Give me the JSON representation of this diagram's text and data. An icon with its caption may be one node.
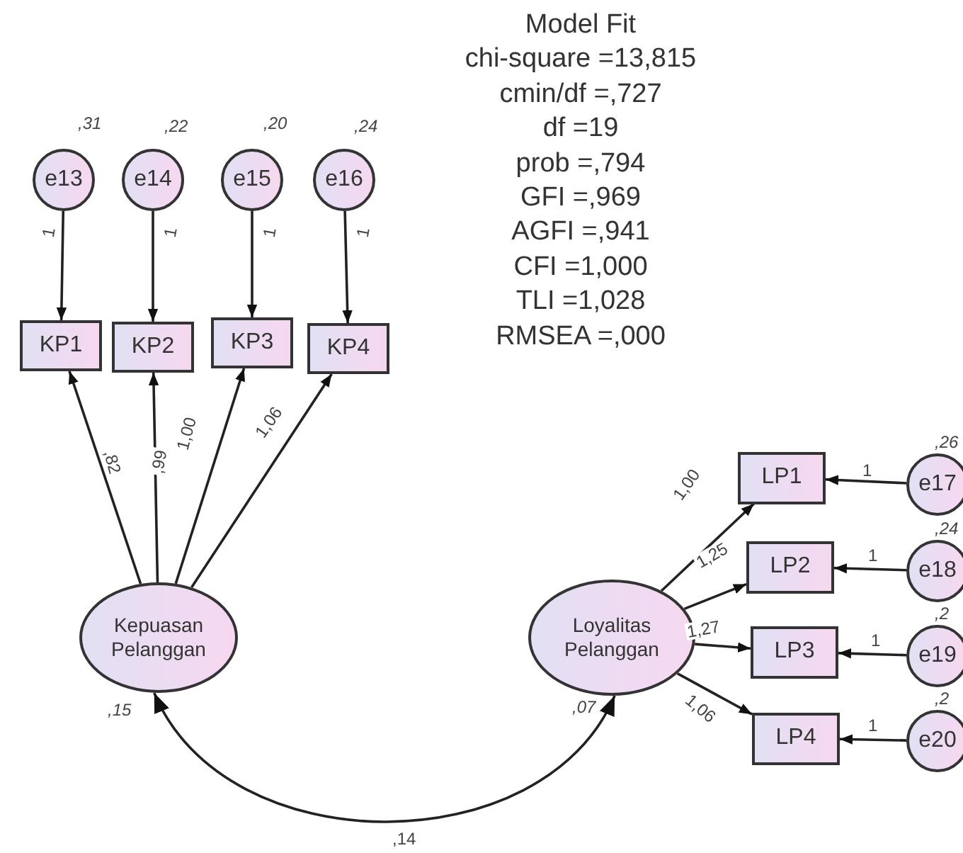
{
  "diagram": {
    "title": "Model Fit",
    "nodes": [
      {
        "text": [
          "e13"
        ],
        "beside": [
          ",31"
        ]
      },
      {
        "text": [
          "e14"
        ],
        "beside": [
          ",22"
        ]
      },
      {
        "text": [
          "e15"
        ],
        "beside": [
          ",20"
        ]
      },
      {
        "text": [
          "e16"
        ],
        "beside": [
          ",24"
        ]
      },
      {
        "text": [
          "KP1"
        ]
      },
      {
        "text": [
          "KP2"
        ]
      },
      {
        "text": [
          "KP3"
        ]
      },
      {
        "text": [
          "KP4"
        ]
      },
      {
        "text": [
          "Kepuasan Pelanggan"
        ],
        "beside": [
          ",15"
        ]
      },
      {
        "text": [
          "Loyalitas Pelanggan"
        ],
        "beside": [
          ",07"
        ]
      },
      {
        "text": [
          "LP1"
        ]
      },
      {
        "text": [
          "LP2"
        ]
      },
      {
        "text": [
          "LP3"
        ]
      },
      {
        "text": [
          "LP4"
        ]
      },
      {
        "text": [
          "e17"
        ],
        "beside": [
          ",26"
        ]
      },
      {
        "text": [
          "e18"
        ],
        "beside": [
          ",24"
        ]
      },
      {
        "text": [
          "e19"
        ],
        "beside": [
          ",2"
        ]
      },
      {
        "text": [
          "e20"
        ],
        "beside": [
          ",2"
        ]
      }
    ],
    "edges": [
      {
        "from": 0,
        "to": 4,
        "arrow": "to",
        "label": "1"
      },
      {
        "from": 1,
        "to": 5,
        "arrow": "to",
        "label": "1"
      },
      {
        "from": 2,
        "to": 6,
        "arrow": "to",
        "label": "1"
      },
      {
        "from": 3,
        "to": 7,
        "arrow": "to",
        "label": "1"
      },
      {
        "from": 8,
        "to": 4,
        "arrow": "to",
        "label": ",82"
      },
      {
        "from": 8,
        "to": 5,
        "arrow": "to",
        "label": ",99"
      },
      {
        "from": 8,
        "to": 6,
        "arrow": "to",
        "label": "1,00"
      },
      {
        "from": 8,
        "to": 7,
        "arrow": "to",
        "label": "1,06"
      },
      {
        "from": 9,
        "to": 10,
        "arrow": "to",
        "label": "1,00"
      },
      {
        "from": 9,
        "to": 11,
        "arrow": "to",
        "label": "1,25"
      },
      {
        "from": 9,
        "to": 12,
        "arrow": "to",
        "label": "1,27"
      },
      {
        "from": 9,
        "to": 13,
        "arrow": "to",
        "label": "1,06"
      },
      {
        "from": 14,
        "to": 10,
        "arrow": "to",
        "label": "1"
      },
      {
        "from": 15,
        "to": 11,
        "arrow": "to",
        "label": "1"
      },
      {
        "from": 16,
        "to": 12,
        "arrow": "to",
        "label": "1"
      },
      {
        "from": 17,
        "to": 13,
        "arrow": "to",
        "label": "1"
      },
      {
        "from": 8,
        "to": 9,
        "arrow": "both",
        "label": ",14"
      }
    ],
    "labels": [
      "chi-square =13,815",
      "cmin/df =,727",
      "df =19",
      "prob =,794",
      "GFI =,969",
      "AGFI =,941",
      "CFI =1,000",
      "TLI =1,028",
      "RMSEA =,000"
    ]
  }
}
